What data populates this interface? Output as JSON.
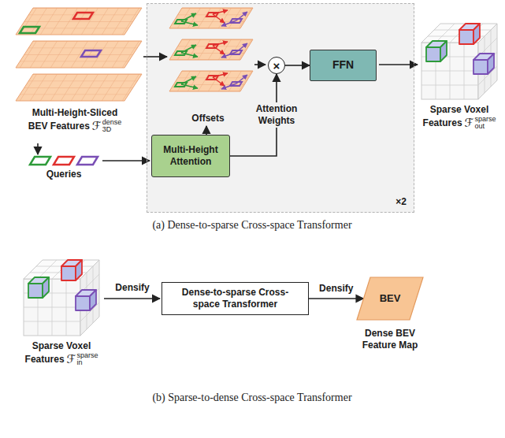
{
  "diagram": {
    "nodes": [
      {
        "text": [
          "×2"
        ]
      },
      {
        "text": [
          "Multi-Height Attention"
        ],
        "in": 0
      },
      {
        "text": [
          "×"
        ],
        "in": 0
      },
      {
        "text": [
          "FFN"
        ],
        "in": 0
      },
      {
        "text": [
          "Dense-to-sparse Cross-space Transformer"
        ]
      },
      {
        "text": [
          "BEV"
        ]
      }
    ],
    "edges": [
      {
        "from": 1,
        "to": 2,
        "arrow": "to",
        "label": "Attention Weights"
      },
      {
        "from": 2,
        "to": 3,
        "arrow": "to"
      },
      {
        "from": 4,
        "to": 5,
        "arrow": "to",
        "label": "Densify"
      }
    ],
    "labels": [
      "Multi-Height-Sliced BEV Features",
      "ℱ",
      "3D",
      "dense",
      "Queries",
      "Offsets",
      "Sparse Voxel Features",
      "ℱ",
      "out",
      "sparse",
      "(a) Dense-to-sparse Cross-space Transformer",
      "Sparse Voxel Features",
      "ℱ",
      "in",
      "sparse",
      "Densify",
      "Dense BEV Feature Map",
      "(b) Sparse-to-dense Cross-space Transformer"
    ]
  }
}
